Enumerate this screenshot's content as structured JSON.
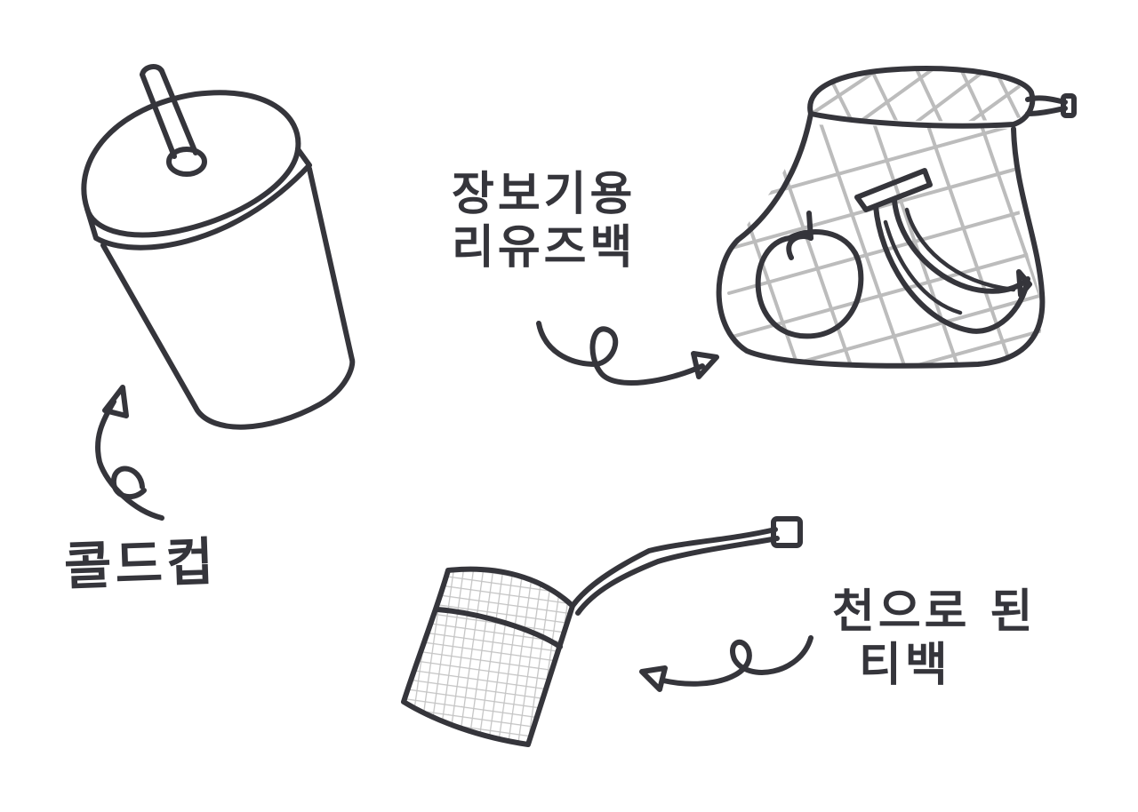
{
  "labels": {
    "cold_cup": "콜드컵",
    "shopping_bag_line1": "장보기용",
    "shopping_bag_line2": "리유즈백",
    "tea_bag_line1": "천으로 된",
    "tea_bag_line2": "티백"
  },
  "colors": {
    "ink": "#35353b",
    "hatch": "#bcbcbc",
    "background": "#ffffff"
  },
  "illustrations": [
    "cold-cup",
    "reusable-mesh-shopping-bag",
    "cloth-tea-bag"
  ]
}
